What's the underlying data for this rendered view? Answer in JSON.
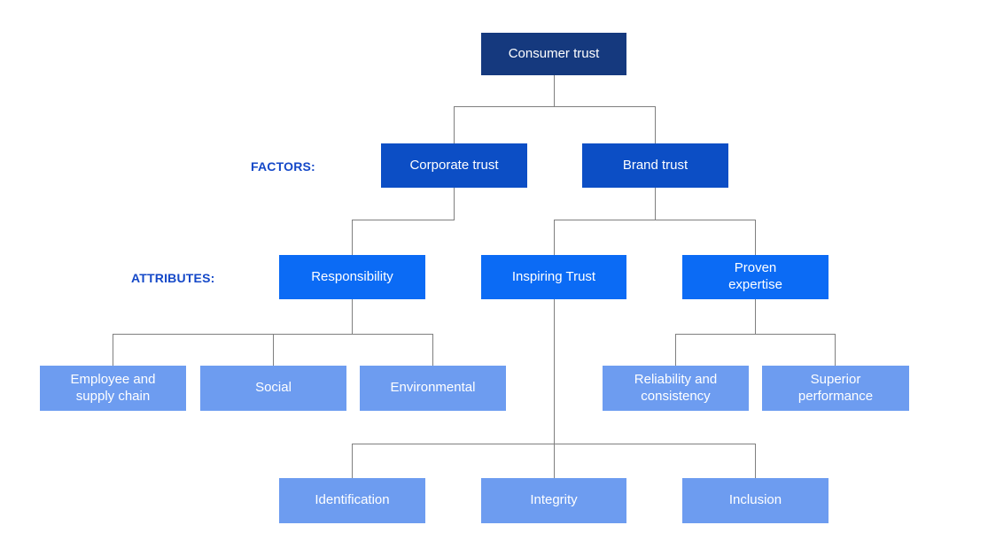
{
  "row_labels": {
    "factors": "FACTORS:",
    "attributes": "ATTRIBUTES:"
  },
  "nodes": {
    "consumer_trust": "Consumer trust",
    "corporate_trust": "Corporate trust",
    "brand_trust": "Brand trust",
    "responsibility": "Responsibility",
    "inspiring_trust": "Inspiring Trust",
    "proven_expertise": "Proven\nexpertise",
    "employee_supply_chain": "Employee and\nsupply chain",
    "social": "Social",
    "environmental": "Environmental",
    "reliability_consistency": "Reliability and\nconsistency",
    "superior_performance": "Superior\nperformance",
    "identification": "Identification",
    "integrity": "Integrity",
    "inclusion": "Inclusion"
  },
  "colors": {
    "level1_bg": "#15397E",
    "level2_bg": "#0C4EC5",
    "level3_bg": "#0B6BF5",
    "level4_bg": "#6D9CF0",
    "node_text": "#FFFFFF",
    "row_label_text": "#1448C8",
    "connector": "#7F7F7F",
    "background": "#FFFFFF"
  }
}
